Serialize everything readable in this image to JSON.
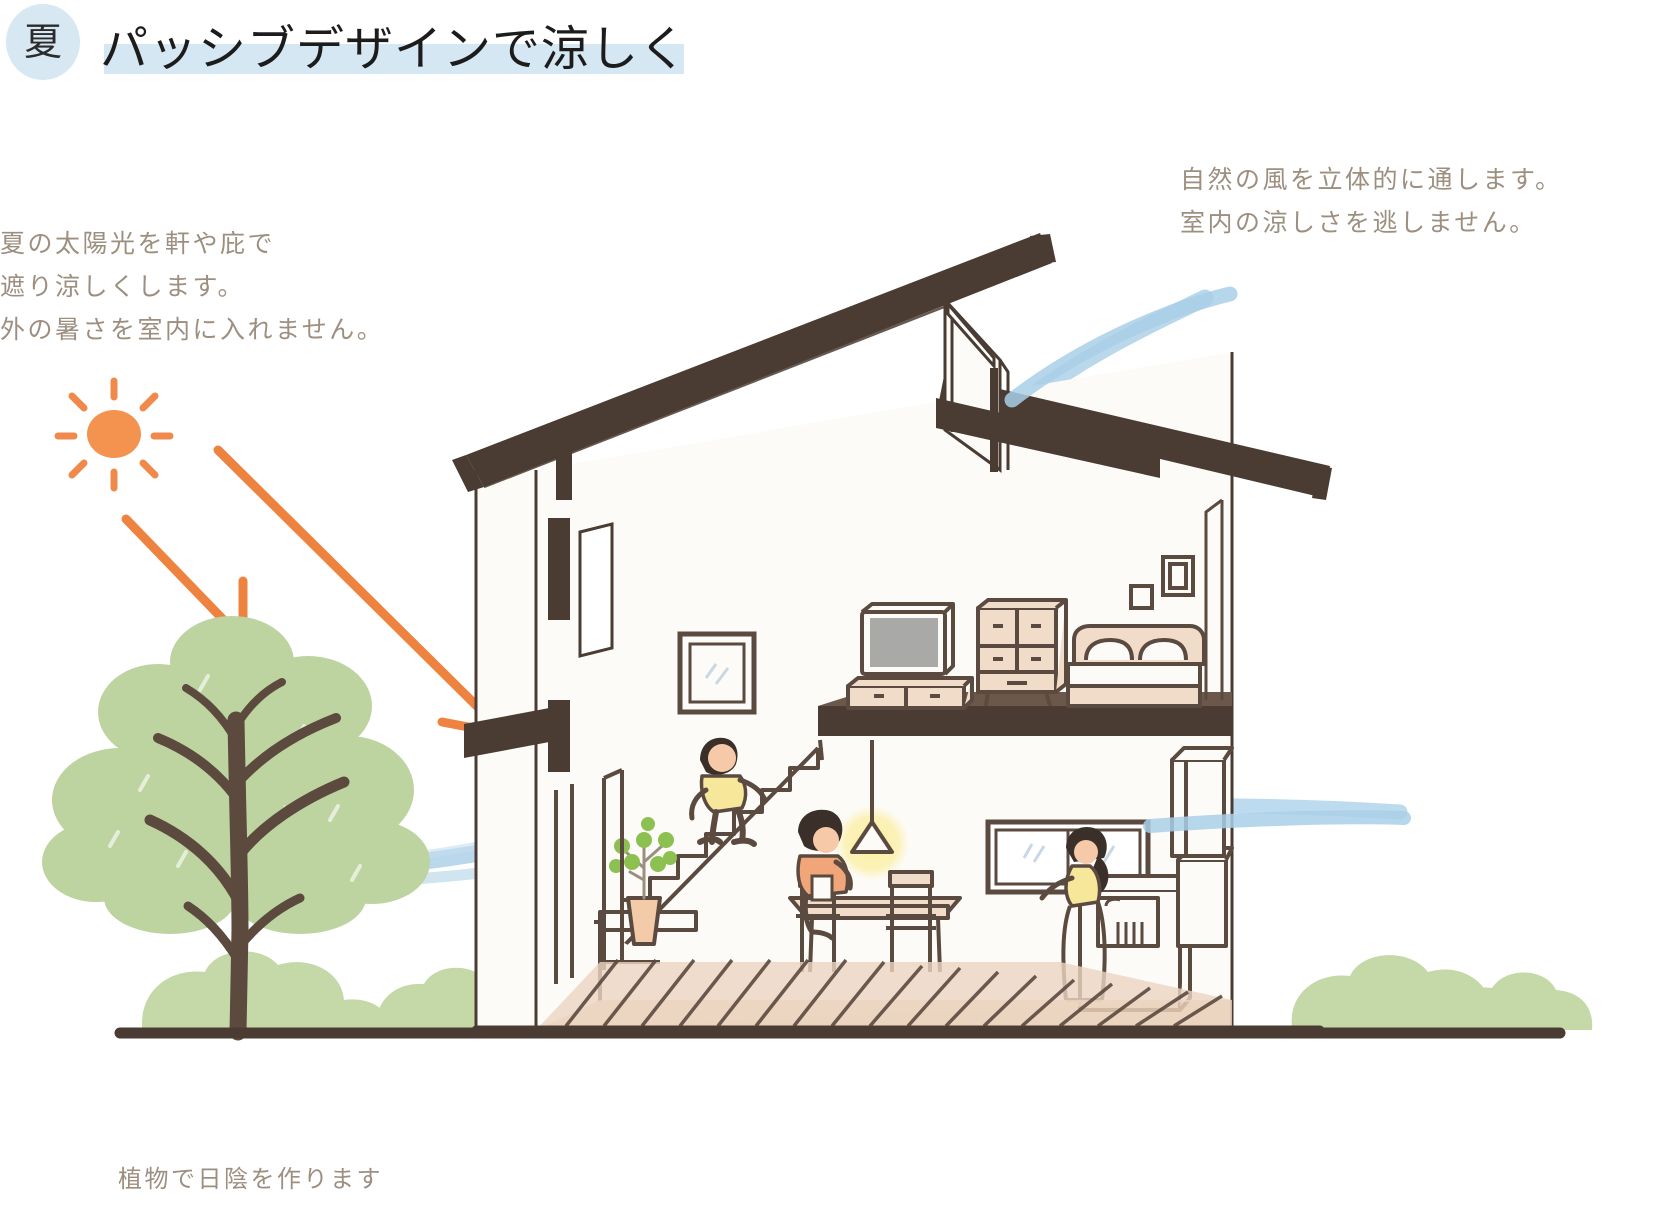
{
  "header": {
    "season_badge": "夏",
    "title": "パッシブデザインで涼しく",
    "badge_bg": "#d7e8f2",
    "title_highlight_bg": "#d5e7f2"
  },
  "annotations": {
    "left_note": "夏の太陽光を軒や庇で\n遮り涼しくします。\n外の暑さを室内に入れません。",
    "right_note": "自然の風を立体的に通します。\n室内の涼しさを逃しません。",
    "bottom_caption": "植物で日陰を作ります",
    "text_color": "#9d8f80"
  },
  "illustration": {
    "scene": "cross-section of a two-storey house in summer",
    "colors": {
      "sun": "#f3934f",
      "sun_rays": "#ef8a4c",
      "arrow": "#ee8340",
      "airflow": "#a9cfe8",
      "roof_dark": "#4a3c33",
      "outline": "#4a3c33",
      "wall_fill": "#fcfaf6",
      "foliage": "#bdd4a0",
      "trunk": "#5c4a3f",
      "wood_floor": "#e8cdb6",
      "furniture": "#f0dcc8",
      "tv_screen": "#a9aaa8",
      "lamp_glow": "#fbf0ae",
      "skin": "#f6c9a8",
      "shirt_yellow": "#f6e79a",
      "shirt_orange": "#f0a678",
      "plant_green": "#8cc152",
      "ground_line": "#4a3c33",
      "shrub": "#c4d8a8"
    },
    "elements": {
      "sun": "sun with 8 rays, upper-left",
      "arrow_short": "orange arrow pointing down-right onto tree canopy",
      "arrow_long": "orange arrow from sun down-right to the eave / sunshade",
      "tree": "deciduous tree providing shade",
      "shrubs": "low bushes at ground level left and right",
      "ground": "dark horizontal ground line",
      "roof": "sloping dark roof with deep eave overhang",
      "clerestory_window": "high openable window at the ridge for hot-air exhaust",
      "eave_sunshade": "eave / awning blocking high summer sun",
      "second_floor": [
        "television on low stand",
        "chest of drawers",
        "bed with two pillows",
        "two picture frames"
      ],
      "first_floor": [
        "child running up stairs",
        "potted plant",
        "person seated at dining table",
        "pendant lamp with glow",
        "picture frame",
        "sliding window",
        "woman at kitchen sink",
        "kitchen cabinets",
        "wooden deck / plank floor"
      ],
      "airflow_bands": "pale blue ribbons entering low on the left, passing through the rooms and exiting the clerestory window"
    }
  }
}
